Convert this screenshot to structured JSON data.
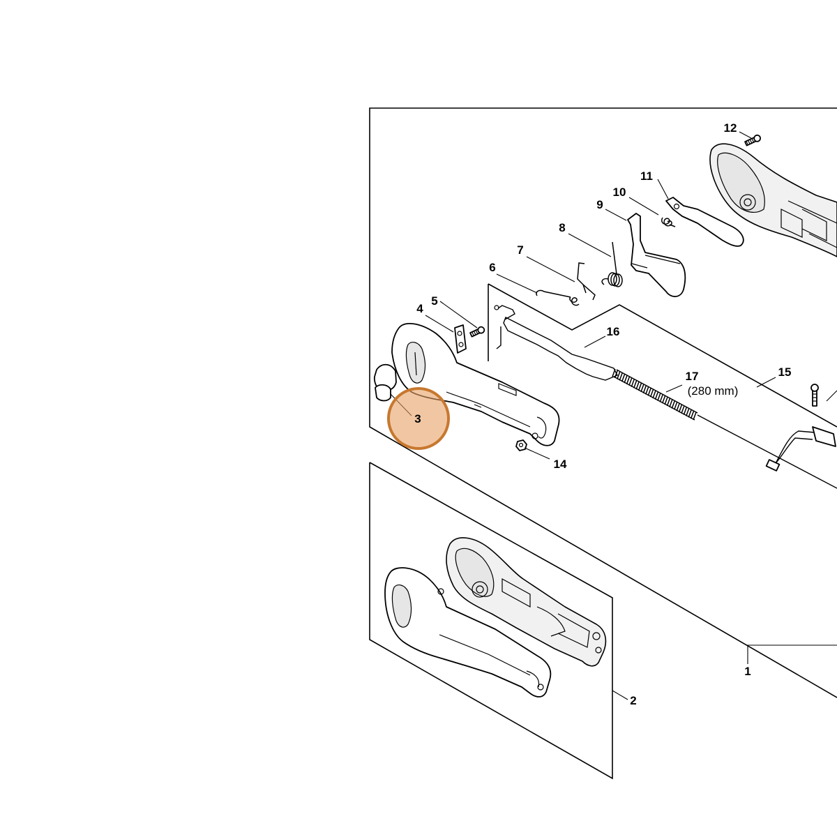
{
  "highlight": {
    "color": "#e8a165",
    "stroke": "#c7782f",
    "callout": "3"
  },
  "callouts": {
    "c1": "1",
    "c2": "2",
    "c3": "3",
    "c4": "4",
    "c5": "5",
    "c6": "6",
    "c7": "7",
    "c8": "8",
    "c9": "9",
    "c10": "10",
    "c11": "11",
    "c12": "12",
    "c14": "14",
    "c15": "15",
    "c16": "16",
    "c17": "17",
    "c17_note": "(280 mm)"
  }
}
